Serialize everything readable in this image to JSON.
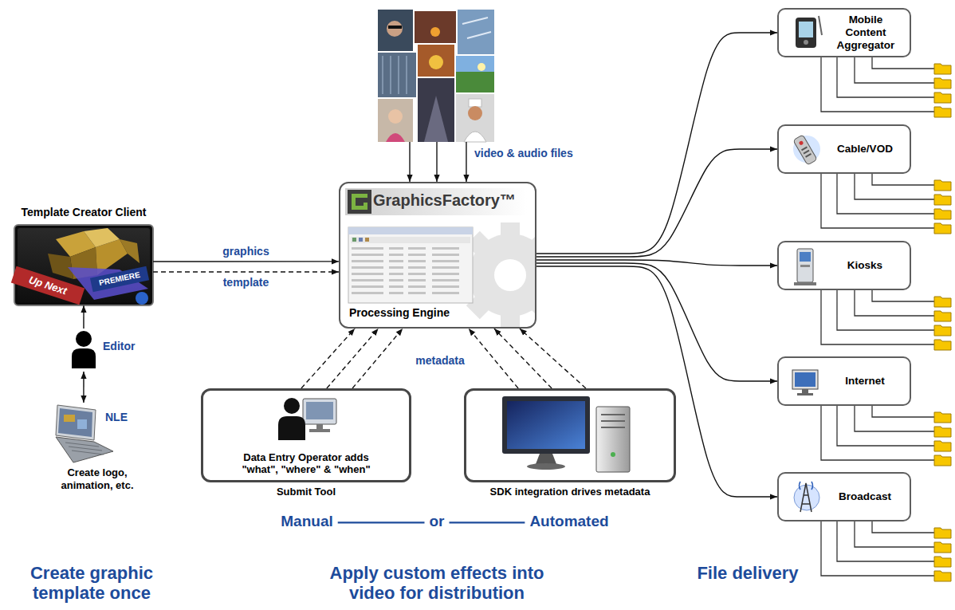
{
  "diagram": {
    "nodes": [
      {
        "text": [
          "Template Creator Client"
        ]
      },
      {
        "text": [
          "Editor"
        ]
      },
      {
        "text": [
          "NLE",
          "Create logo, animation, etc."
        ]
      },
      {
        "text": [
          "video & audio files"
        ]
      },
      {
        "text": [
          "GraphicsFactory™",
          "Processing Engine"
        ]
      },
      {
        "text": [
          "Data Entry Operator adds \"what\", \"where\" & \"when\"",
          "Submit Tool"
        ]
      },
      {
        "text": [
          "SDK integration drives metadata"
        ]
      },
      {
        "text": [
          "Mobile Content Aggregator"
        ]
      },
      {
        "text": [
          "Cable/VOD"
        ]
      },
      {
        "text": [
          "Kiosks"
        ]
      },
      {
        "text": [
          "Internet"
        ]
      },
      {
        "text": [
          "Broadcast"
        ]
      }
    ],
    "edges": [
      {
        "from": 0,
        "to": 4,
        "label": "graphics",
        "arrow": "to"
      },
      {
        "from": 0,
        "to": 4,
        "label": "template",
        "arrow": "to"
      },
      {
        "from": 1,
        "to": 0,
        "arrow": "to"
      },
      {
        "from": 1,
        "to": 2,
        "arrow": "both"
      },
      {
        "from": 3,
        "to": 4,
        "arrow": "to"
      },
      {
        "from": 3,
        "to": 4,
        "arrow": "to"
      },
      {
        "from": 3,
        "to": 4,
        "arrow": "to"
      },
      {
        "from": 5,
        "to": 4,
        "arrow": "to"
      },
      {
        "from": 5,
        "to": 4,
        "arrow": "to"
      },
      {
        "from": 5,
        "to": 4,
        "arrow": "to"
      },
      {
        "from": 6,
        "to": 4,
        "arrow": "to"
      },
      {
        "from": 6,
        "to": 4,
        "arrow": "to"
      },
      {
        "from": 6,
        "to": 4,
        "arrow": "to"
      },
      {
        "from": 4,
        "to": 7,
        "arrow": "to"
      },
      {
        "from": 4,
        "to": 8,
        "arrow": "to"
      },
      {
        "from": 4,
        "to": 9,
        "arrow": "to"
      },
      {
        "from": 4,
        "to": 10,
        "arrow": "to"
      },
      {
        "from": 4,
        "to": 11,
        "arrow": "to"
      }
    ],
    "labels": [
      "Up Next",
      "PREMIERE",
      "metadata",
      "Manual",
      "or",
      "Automated",
      "Create graphic template once",
      "Apply custom effects into video for distribution",
      "File delivery"
    ]
  }
}
